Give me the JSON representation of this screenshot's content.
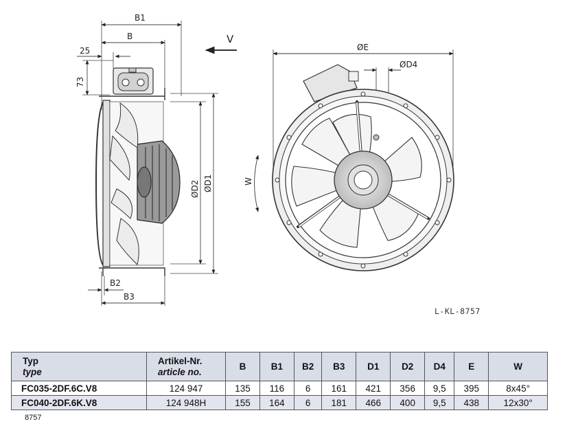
{
  "drawing": {
    "labels": {
      "b1": "B1",
      "b": "B",
      "d25": "25",
      "d73": "73",
      "v": "V",
      "d2": "ØD2",
      "d1": "ØD1",
      "b2": "B2",
      "b3": "B3",
      "e": "ØE",
      "d4": "ØD4",
      "w": "W"
    },
    "ref_code": "L-KL-8757"
  },
  "table": {
    "header": {
      "type": "Typ",
      "type_en": "type",
      "article": "Artikel-Nr.",
      "article_en": "article no.",
      "b": "B",
      "b1": "B1",
      "b2": "B2",
      "b3": "B3",
      "d1": "D1",
      "d2": "D2",
      "d4": "D4",
      "e": "E",
      "w": "W"
    },
    "rows": [
      {
        "type": "FC035-2DF.6C.V8",
        "article": "124 947",
        "b": "135",
        "b1": "116",
        "b2": "6",
        "b3": "161",
        "d1": "421",
        "d2": "356",
        "d4": "9,5",
        "e": "395",
        "w": "8x45°"
      },
      {
        "type": "FC040-2DF.6K.V8",
        "article": "124 948H",
        "b": "155",
        "b1": "164",
        "b2": "6",
        "b3": "181",
        "d1": "466",
        "d2": "400",
        "d4": "9,5",
        "e": "438",
        "w": "12x30°"
      }
    ]
  },
  "footer": {
    "doc_number": "8757"
  }
}
